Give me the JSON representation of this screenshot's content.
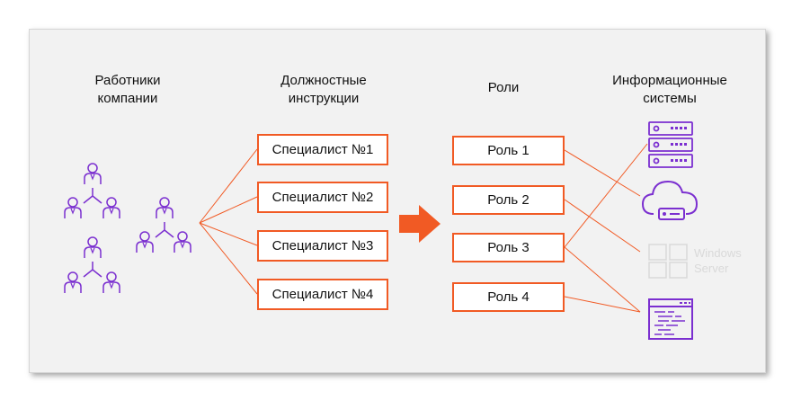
{
  "headers": {
    "employees": [
      "Работники",
      "компании"
    ],
    "instructions": [
      "Должностные",
      "инструкции"
    ],
    "roles": "Роли",
    "systems": [
      "Информационные",
      "системы"
    ]
  },
  "specialists": [
    "Специалист №1",
    "Специалист №2",
    "Специалист №3",
    "Специалист №4"
  ],
  "roles": [
    "Роль 1",
    "Роль 2",
    "Роль 3",
    "Роль 4"
  ],
  "windows_text": [
    "Windows",
    "Server"
  ],
  "icons": {
    "people": "person-hierarchy-icon",
    "arrow": "right-arrow-icon",
    "server": "server-rack-icon",
    "cloud": "cloud-server-icon",
    "windows": "windows-server-icon",
    "code": "code-window-icon"
  },
  "colors": {
    "accent": "#f15a24",
    "purple": "#7b2fd0",
    "background": "#f2f2f2"
  }
}
